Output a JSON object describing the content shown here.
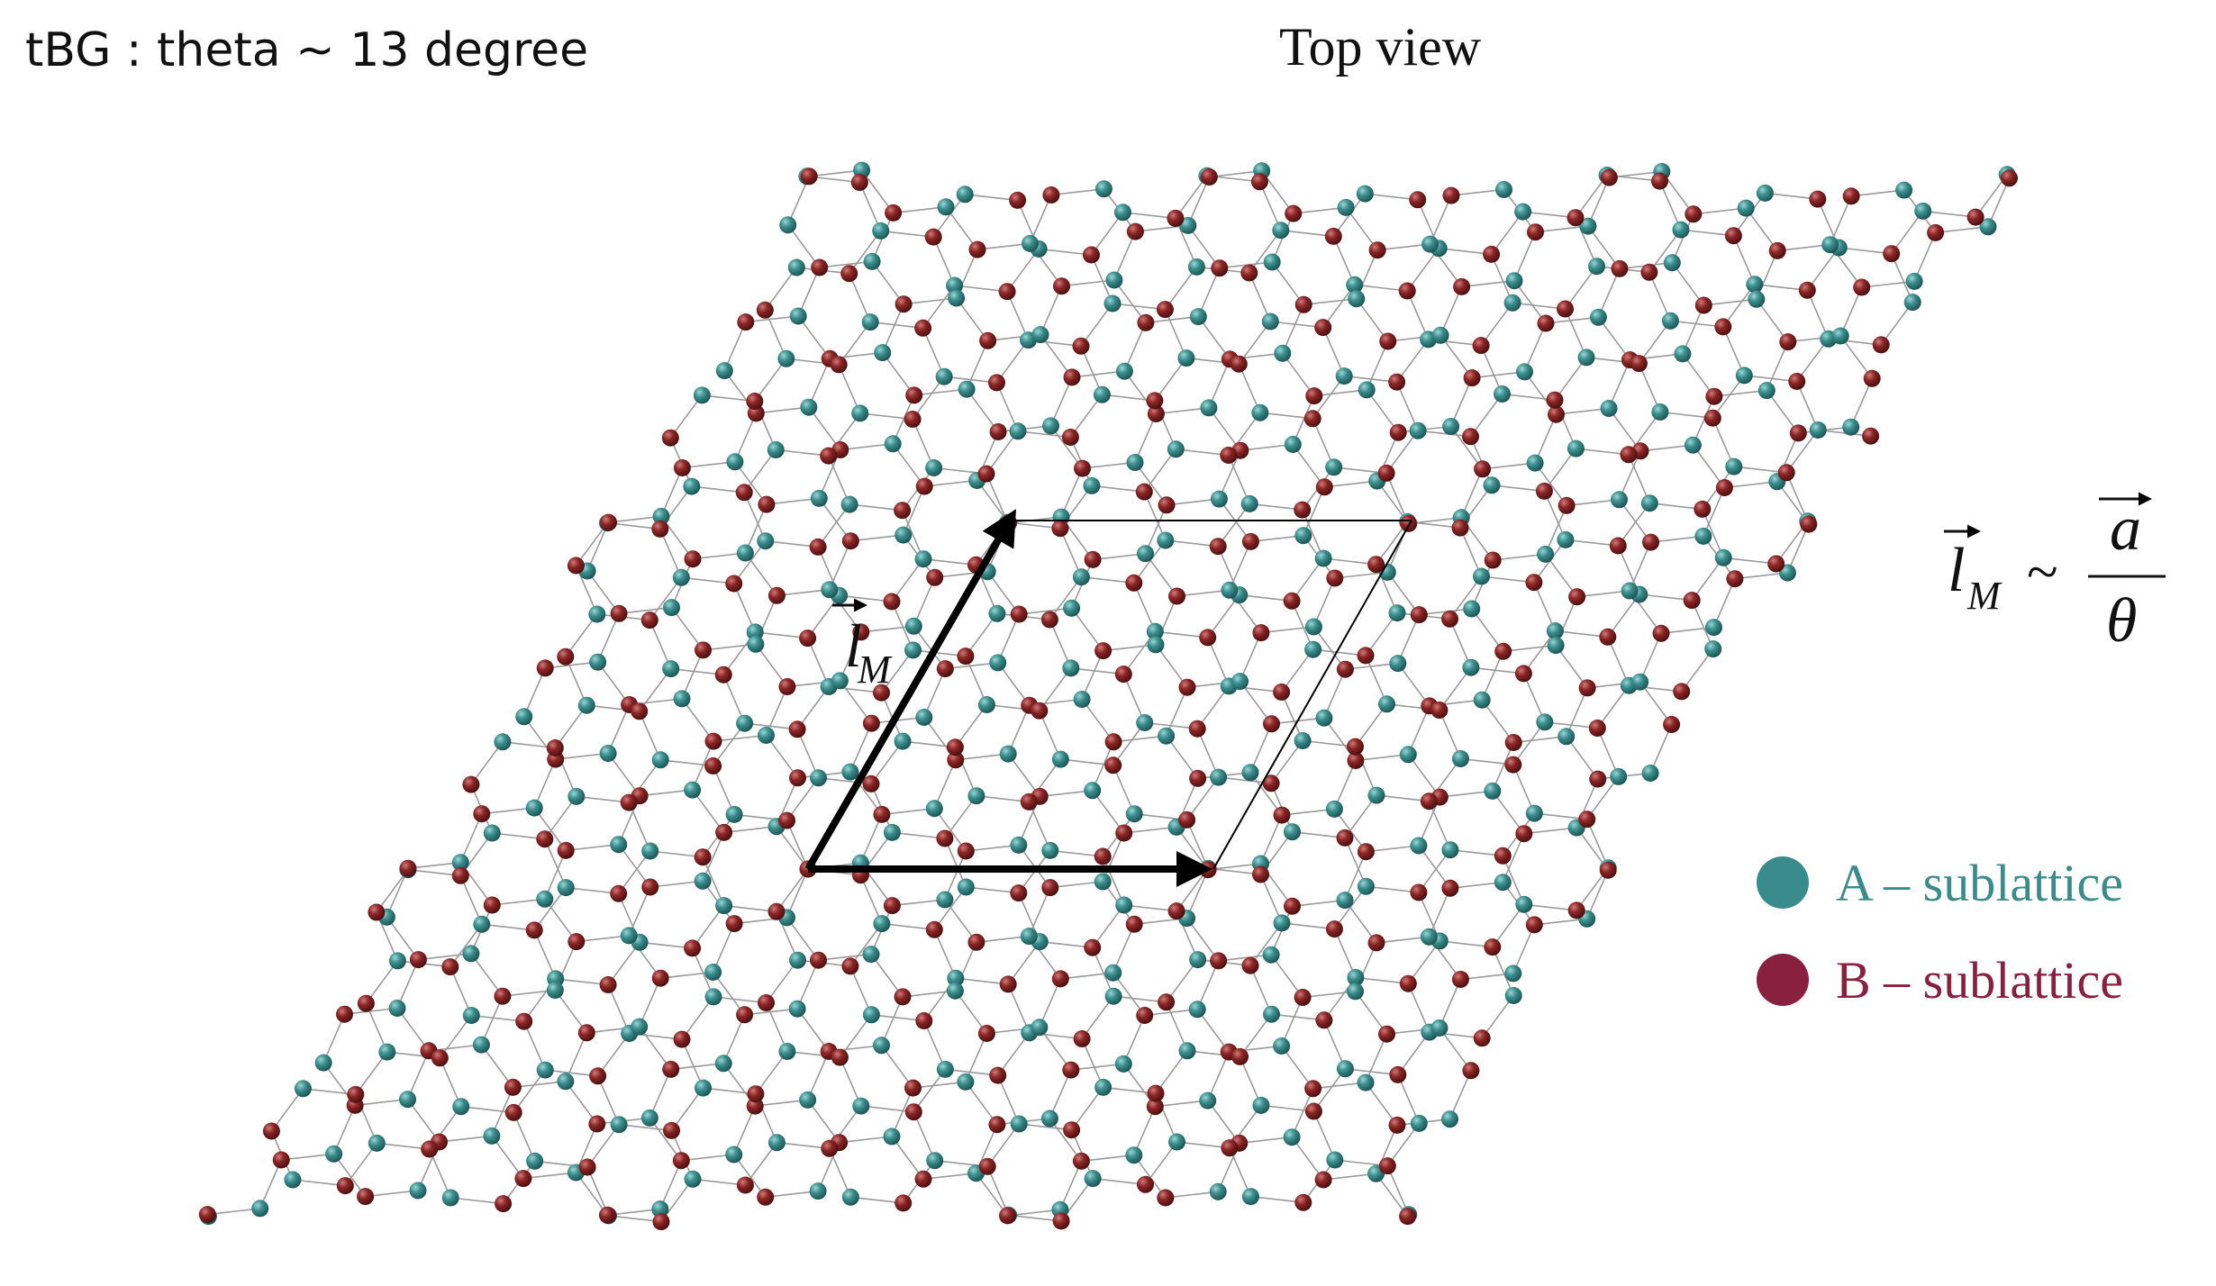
{
  "header": {
    "title": "tBG : theta ~ 13 degree",
    "view_label": "Top view"
  },
  "equation": {
    "lhs_symbol": "l",
    "lhs_subscript": "M",
    "relation": "~",
    "numerator": "a",
    "denominator": "θ"
  },
  "moire_vector_label": {
    "symbol": "l",
    "subscript": "M"
  },
  "legend": {
    "items": [
      {
        "label": "A – sublattice",
        "color": "#3a8c8c"
      },
      {
        "label": "B – sublattice",
        "color": "#8a2040"
      }
    ]
  },
  "colors": {
    "a_sublattice_atom": "#3a8c8c",
    "b_sublattice_atom": "#8a2040",
    "bond": "#9a9a9a",
    "cell_outline": "#000000"
  },
  "structure": {
    "material": "twisted bilayer graphene",
    "twist_angle_deg": 13,
    "supercell_repeats": "3x3"
  }
}
